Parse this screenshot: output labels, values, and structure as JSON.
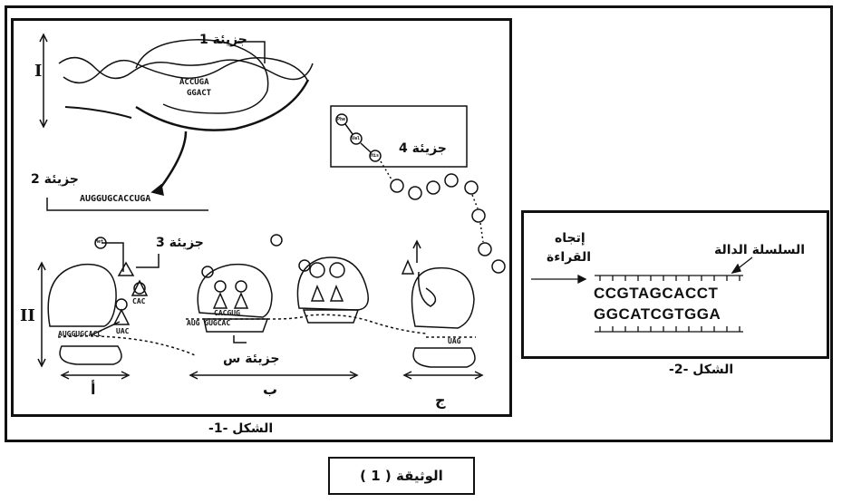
{
  "figure1": {
    "caption": "الشكل -1-",
    "roman_1": "I",
    "roman_2": "II",
    "molecule_1": "جزيئة 1",
    "molecule_2": "جزيئة 2",
    "molecule_3": "جزيئة 3",
    "molecule_4": "جزيئة 4",
    "molecule_s": "جزيئة س",
    "stage_a": "أ",
    "stage_b": "ب",
    "stage_c": "ج",
    "dna_top_seq": "ACCUGA",
    "dna_bottom_seq": "GGACT",
    "mrna_seq": "AUGGUGCACCUGA",
    "trna_1_anticodon": "UAC",
    "trna_2_anticodon": "CAC",
    "stage_a_mrna": "AUGGUGCACC",
    "stage_b_mrna_top": "CACGUG",
    "stage_b_mrna": "AUG GUGCAC",
    "stage_c_codon": "UAG",
    "aa_met": "Met",
    "aa_val": "Val",
    "aa_his": "His",
    "aa_phe": "Phe"
  },
  "figure2": {
    "caption": "الشكل -2-",
    "direction_label_1": "إتجاه",
    "direction_label_2": "القراءة",
    "strand_label": "السلسلة الدالة",
    "seq_top": "CCGTAGCACCT",
    "seq_bottom": "GGCATCGTGGA"
  },
  "document_title": "الوثيقة ( 1 )"
}
